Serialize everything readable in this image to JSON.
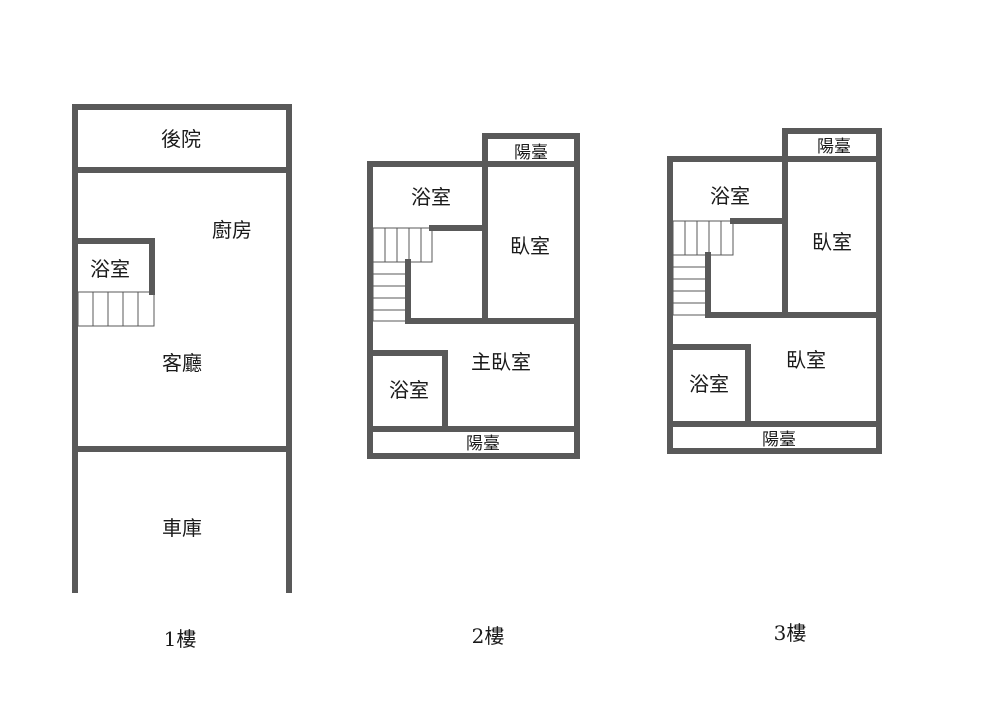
{
  "floors": [
    {
      "label": "1樓",
      "rooms": {
        "backyard": "後院",
        "kitchen": "廚房",
        "bathroom": "浴室",
        "living_room": "客廳",
        "garage": "車庫"
      }
    },
    {
      "label": "2樓",
      "rooms": {
        "balcony_top": "陽臺",
        "bathroom_top": "浴室",
        "bedroom": "臥室",
        "master_bedroom": "主臥室",
        "bathroom_bottom": "浴室",
        "balcony_bottom": "陽臺"
      }
    },
    {
      "label": "3樓",
      "rooms": {
        "balcony_top": "陽臺",
        "bathroom_top": "浴室",
        "bedroom_top": "臥室",
        "bedroom_bottom": "臥室",
        "bathroom_bottom": "浴室",
        "balcony_bottom": "陽臺"
      }
    }
  ]
}
